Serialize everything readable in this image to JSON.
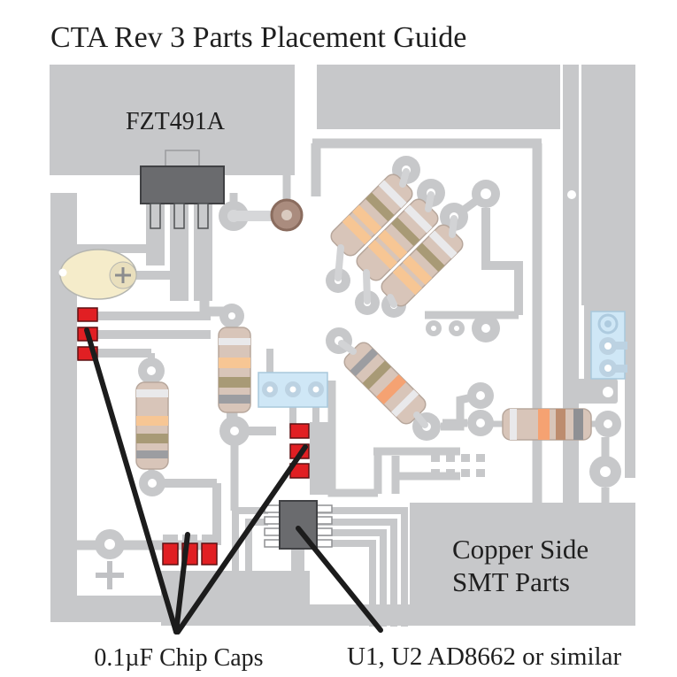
{
  "title": "CTA Rev 3 Parts Placement Guide",
  "labels": {
    "transistor": "FZT491A",
    "copper_note_line1": "Copper Side",
    "copper_note_line2": "SMT Parts",
    "chip_caps": "0.1µF Chip Caps",
    "ic": "U1, U2 AD8662 or similar"
  },
  "parts": [
    {
      "label": "FZT491A",
      "type": "transistor-sot223",
      "count": 1
    },
    {
      "label": "0.1µF Chip Caps",
      "type": "red-chip-capacitor",
      "count": 9
    },
    {
      "label": "U1, U2 AD8662 or similar",
      "type": "soic-8-opamp",
      "count": 1
    },
    {
      "label": "electrolytic-capacitor",
      "type": "oval-cap-with-plus-mark",
      "count": 1
    },
    {
      "label": "axial-resistor",
      "type": "banded-resistor",
      "count": 7
    },
    {
      "label": "terminal-pads",
      "type": "light-blue-part",
      "count": 2
    },
    {
      "label": "wire-jumper",
      "type": "jumper",
      "count": 1
    }
  ],
  "notes": {
    "board_side": "Copper Side",
    "mount_style": "SMT Parts"
  },
  "colors": {
    "board_gray": "#c7c8ca",
    "cap_red": "#e11f23",
    "component_dark": "#6a6b6e",
    "electrolytic_yellow": "#f5ecca",
    "blue_part": "#cfe7f6",
    "resistor_body": "#d8c5b9",
    "band_orange": "#f7c694",
    "jumper_brown": "#aa8c7e",
    "annotation_black": "#1c1c1c"
  }
}
